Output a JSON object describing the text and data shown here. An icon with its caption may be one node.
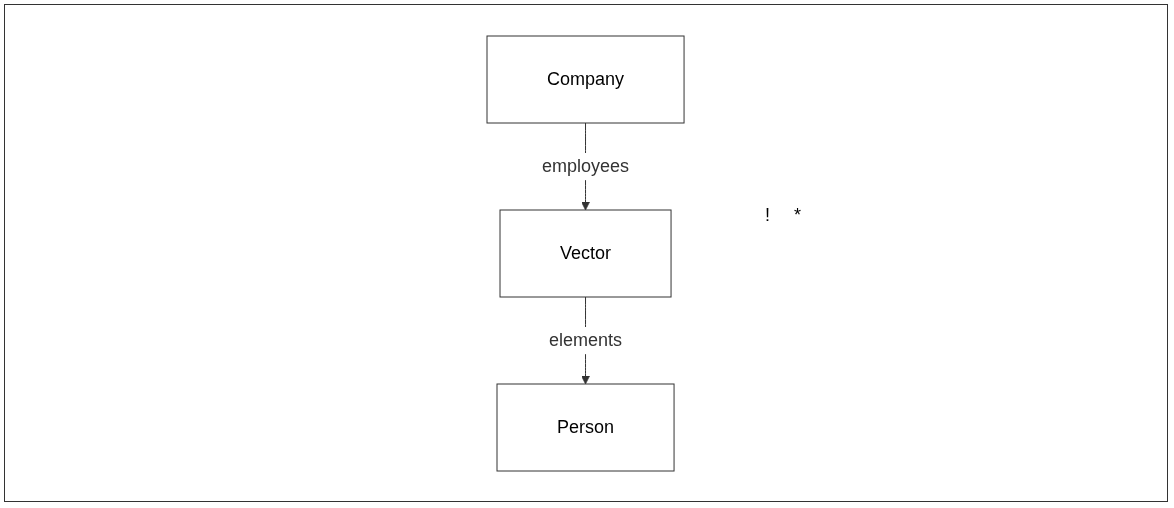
{
  "diagram": {
    "nodes": [
      {
        "text": [
          "Company"
        ]
      },
      {
        "text": [
          "Vector"
        ]
      },
      {
        "text": [
          "Person"
        ]
      }
    ],
    "edges": [
      {
        "from": 0,
        "to": 1,
        "arrow": "to",
        "label": "employees"
      },
      {
        "from": 1,
        "to": 2,
        "arrow": "to",
        "label": "elements"
      }
    ],
    "labels": [
      "!",
      "*"
    ]
  }
}
